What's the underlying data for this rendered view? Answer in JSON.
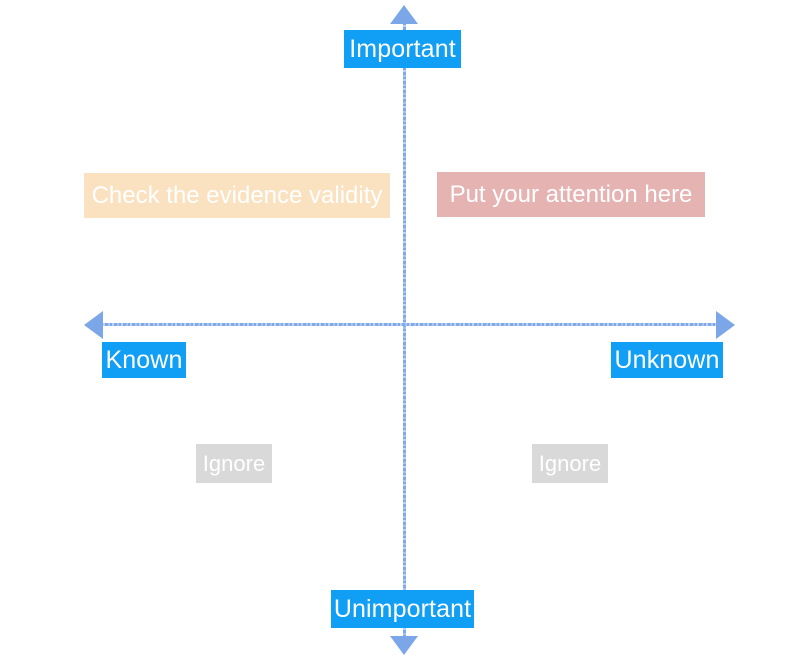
{
  "diagram": {
    "type": "2x2-matrix",
    "background_color": "#ffffff",
    "axes": {
      "vertical": {
        "top_label": "Important",
        "bottom_label": "Unimportant",
        "line_color": "#7fa9e8",
        "arrow_color": "#7ba7e8",
        "label_background": "#119ef5",
        "label_text_color": "#ffffff"
      },
      "horizontal": {
        "left_label": "Known",
        "right_label": "Unknown",
        "line_color": "#7fa9e8",
        "arrow_color": "#7ba7e8",
        "label_background": "#119ef5",
        "label_text_color": "#ffffff"
      }
    },
    "quadrants": [
      {
        "position": "top-left",
        "axis_combination": "Important / Known",
        "label": "Check the evidence validity",
        "background_color": "#fae1bf",
        "text_color": "#ffffff"
      },
      {
        "position": "top-right",
        "axis_combination": "Important / Unknown",
        "label": "Put your attention here",
        "background_color": "#e6b3b3",
        "text_color": "#ffffff"
      },
      {
        "position": "bottom-left",
        "axis_combination": "Unimportant / Known",
        "label": "Ignore",
        "background_color": "#d9d9d9",
        "text_color": "#ffffff"
      },
      {
        "position": "bottom-right",
        "axis_combination": "Unimportant / Unknown",
        "label": "Ignore",
        "background_color": "#d9d9d9",
        "text_color": "#ffffff"
      }
    ],
    "icons": {
      "arrow_up": "arrow-up-icon",
      "arrow_down": "arrow-down-icon",
      "arrow_left": "arrow-left-icon",
      "arrow_right": "arrow-right-icon"
    }
  }
}
